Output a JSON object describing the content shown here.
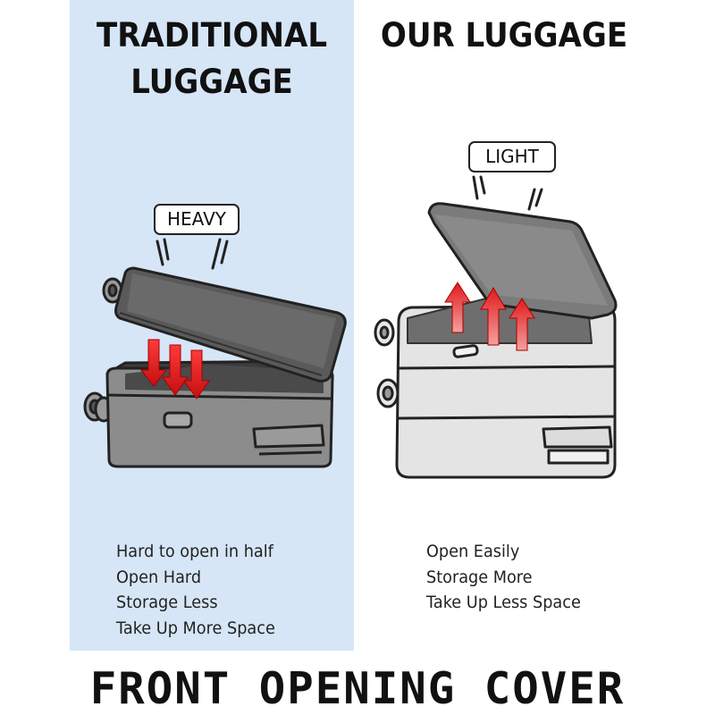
{
  "left_column": {
    "title": "TRADITIONAL LUGGAGE",
    "badge": "HEAVY",
    "features": [
      "Hard to open in half",
      "Open Hard",
      "Storage Less",
      "Take Up More Space"
    ]
  },
  "right_column": {
    "title": "OUR LUGGAGE",
    "badge": "LIGHT",
    "features": [
      "Open Easily",
      "Storage More",
      "Take Up Less Space"
    ]
  },
  "footer": {
    "title": "FRONT OPENING COVER"
  },
  "colors": {
    "left_background": "#d6e6f6",
    "heavy_case": "#8a8a8a",
    "light_case": "#e4e4e4",
    "arrow_red": "#e11b1b"
  },
  "icons": [
    "traditional-suitcase-icon",
    "front-opening-suitcase-icon",
    "down-arrow-icon",
    "up-arrow-icon"
  ]
}
